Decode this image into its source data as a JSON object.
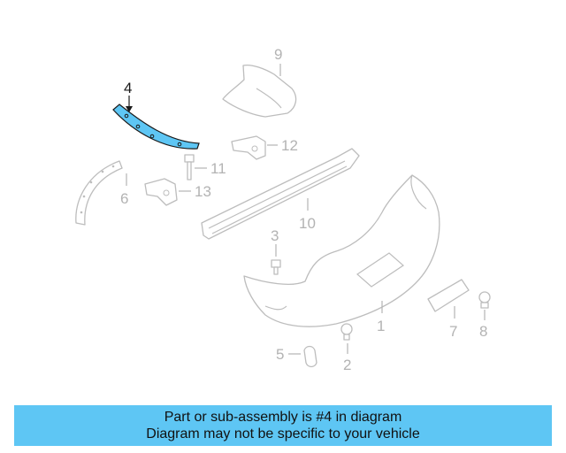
{
  "diagram": {
    "highlight_color": "#5ec6f4",
    "labels": {
      "p1": "1",
      "p2": "2",
      "p3": "3",
      "p4": "4",
      "p5": "5",
      "p6": "6",
      "p7": "7",
      "p8": "8",
      "p9": "9",
      "p10": "10",
      "p11": "11",
      "p12": "12",
      "p13": "13"
    }
  },
  "caption": {
    "line1": "Part or sub-assembly is #4 in diagram",
    "line2": "Diagram may not be specific to your vehicle",
    "background": "#5ec6f4"
  }
}
